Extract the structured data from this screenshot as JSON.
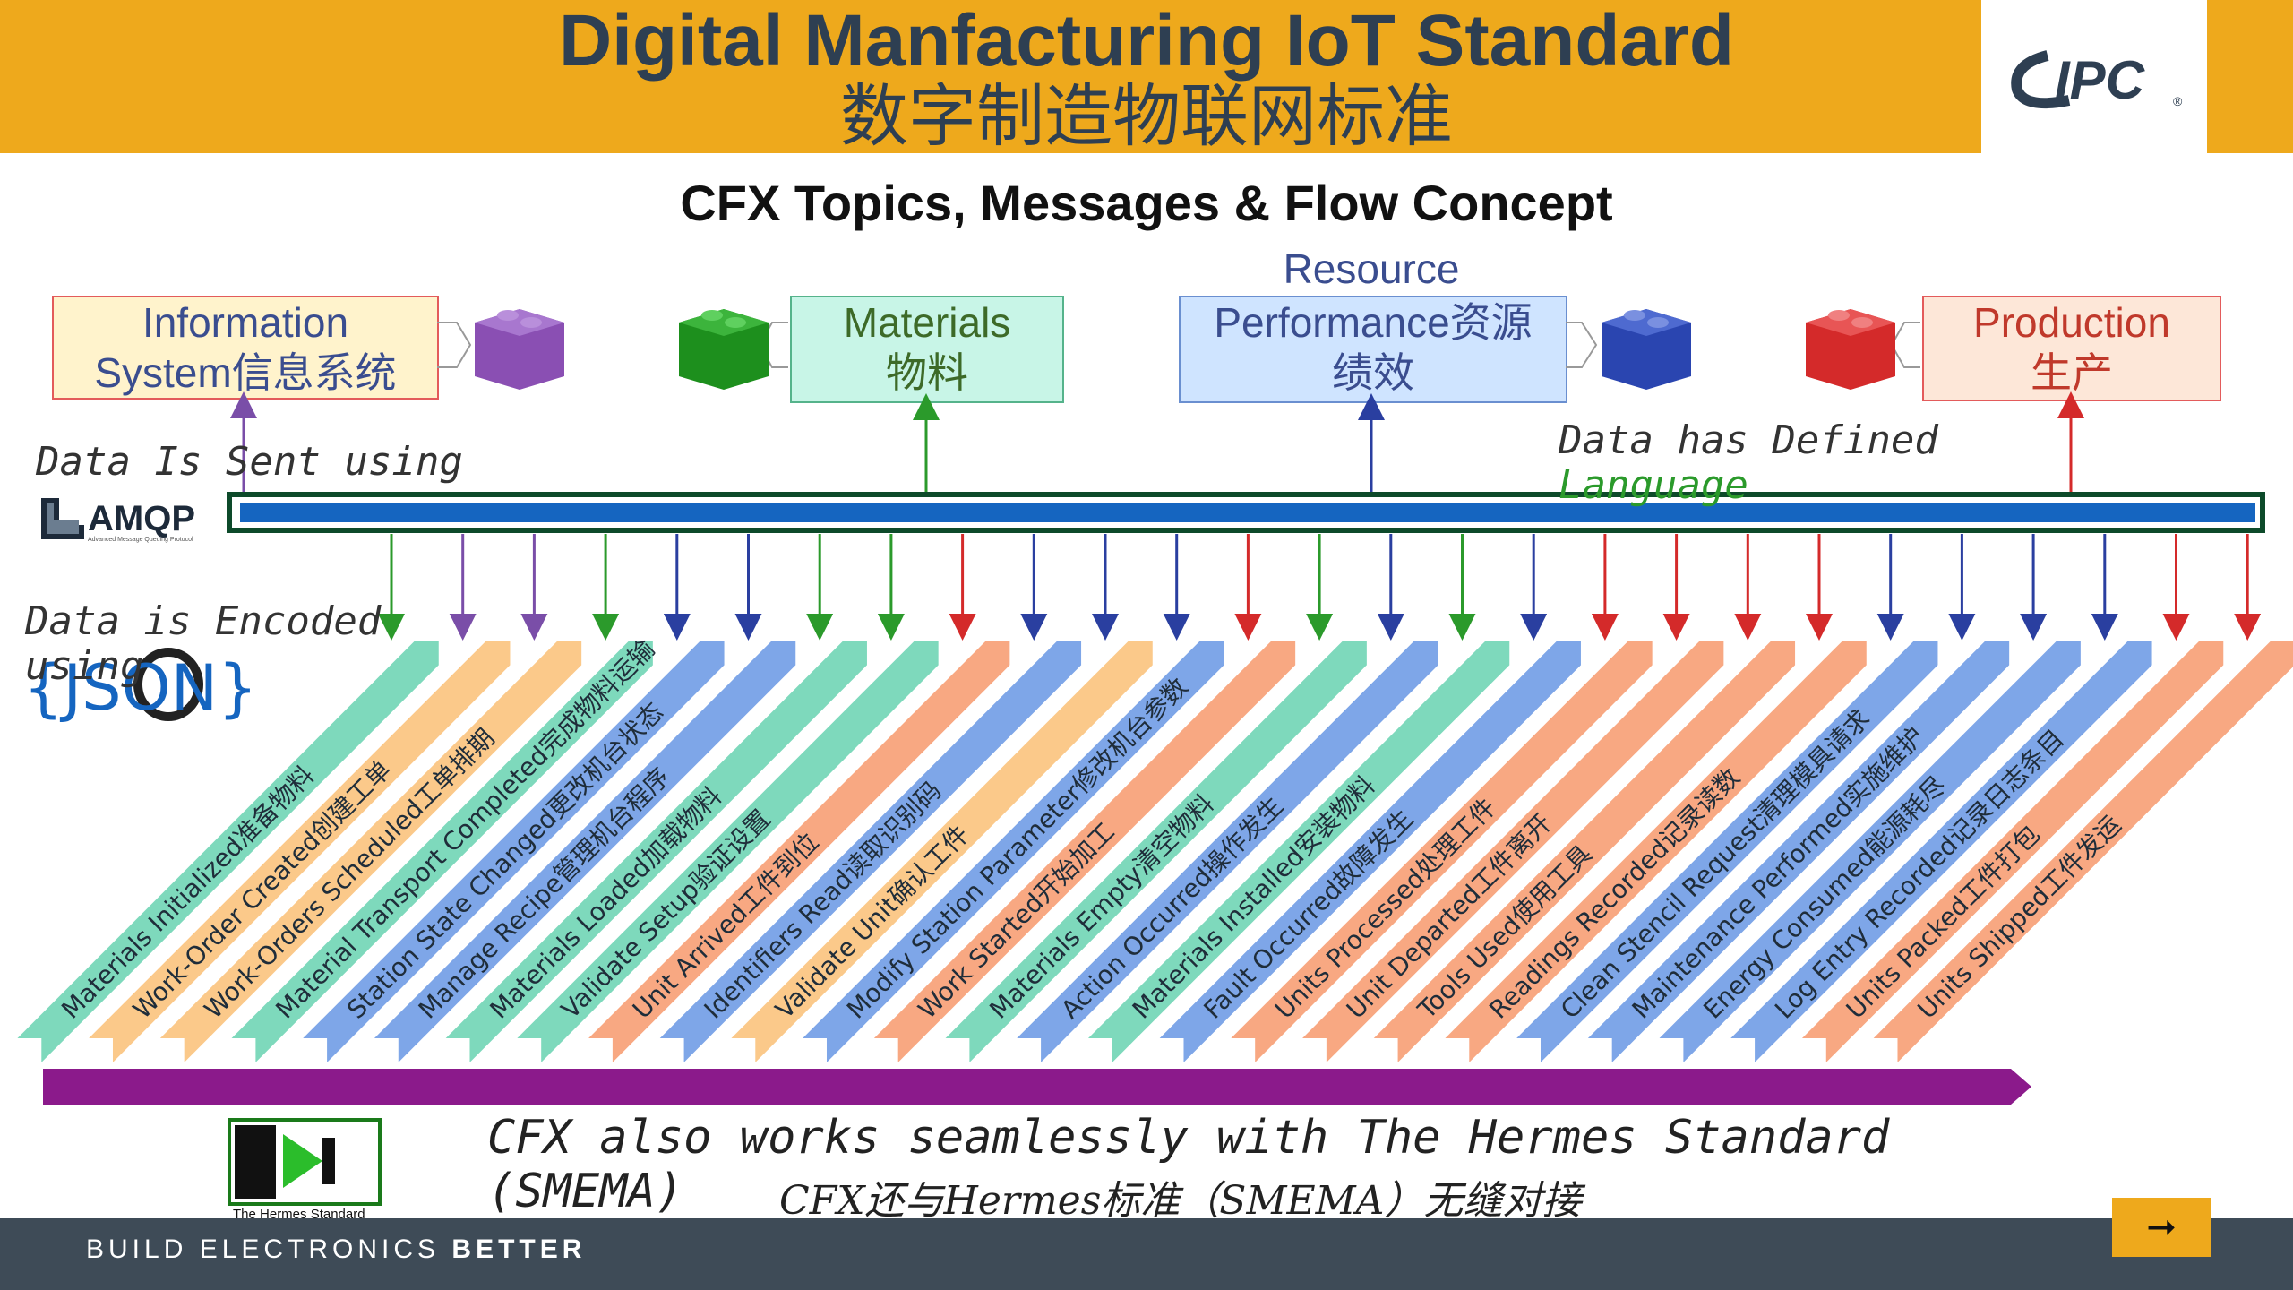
{
  "header": {
    "title": "Digital Manfacturing IoT Standard",
    "title_cn": "数字制造物联网标准",
    "logo_text": "IPC",
    "logo_mark": "®"
  },
  "subtitle": "CFX Topics, Messages & Flow Concept",
  "topics": [
    {
      "key": "info",
      "line1": "Information",
      "line2": "System信息系统",
      "color": "#fff3cc",
      "border": "#e35b5b",
      "text": "#3a4d8f",
      "block": "#8a4fb3"
    },
    {
      "key": "materials",
      "line1": "Materials",
      "line2": "物料",
      "color": "#c8f5e7",
      "border": "#55b38b",
      "text": "#3d6a28",
      "block": "#1d8f1d"
    },
    {
      "key": "resource",
      "line0": "Resource",
      "line1": "Performance资源",
      "line2": "绩效",
      "color": "#cfe4ff",
      "border": "#6a8fd0",
      "text": "#3a4d8f",
      "block": "#2a45b0"
    },
    {
      "key": "production",
      "line1": "Production",
      "line2": "生产",
      "color": "#fde7d8",
      "border": "#e35b5b",
      "text": "#c0392b",
      "block": "#d42a2a"
    }
  ],
  "labels": {
    "sent": "Data Is Sent using",
    "amqp": "AMQP",
    "amqp_sub": "Advanced Message Queuing Protocol",
    "encoded_1": "Data is Encoded",
    "encoded_2": "using",
    "json": "{JSON}",
    "defined_1": "Data has Defined",
    "defined_2": "Language"
  },
  "messages": [
    {
      "text": "Materials Initialized准备物料",
      "fill": "#7ed9bc",
      "arrow": "#2b9a2b"
    },
    {
      "text": "Work-Order Created创建工单",
      "fill": "#fbc98a",
      "arrow": "#7a4ea8"
    },
    {
      "text": "Work-Orders Scheduled工单排期",
      "fill": "#fbc98a",
      "arrow": "#7a4ea8"
    },
    {
      "text": "Material Transport Completed完成物料运输",
      "fill": "#7ed9bc",
      "arrow": "#2b9a2b"
    },
    {
      "text": "Station State Changed更改机台状态",
      "fill": "#7ea6e8",
      "arrow": "#2a3fa0"
    },
    {
      "text": "Manage Recipe管理机台程序",
      "fill": "#7ea6e8",
      "arrow": "#2a3fa0"
    },
    {
      "text": "Materials Loaded加载物料",
      "fill": "#7ed9bc",
      "arrow": "#2b9a2b"
    },
    {
      "text": "Validate Setup验证设置",
      "fill": "#7ed9bc",
      "arrow": "#2b9a2b"
    },
    {
      "text": "Unit Arrived工件到位",
      "fill": "#f8a882",
      "arrow": "#d42a2a"
    },
    {
      "text": "Identifiers Read读取识别码",
      "fill": "#7ea6e8",
      "arrow": "#2a3fa0"
    },
    {
      "text": "Validate Unit确认工件",
      "fill": "#fbc98a",
      "arrow": "#2a3fa0"
    },
    {
      "text": "Modify Station Parameter修改机台参数",
      "fill": "#7ea6e8",
      "arrow": "#2a3fa0"
    },
    {
      "text": "Work Started开始加工",
      "fill": "#f8a882",
      "arrow": "#d42a2a"
    },
    {
      "text": "Materials Empty清空物料",
      "fill": "#7ed9bc",
      "arrow": "#2b9a2b"
    },
    {
      "text": "Action Occurred操作发生",
      "fill": "#7ea6e8",
      "arrow": "#2a3fa0"
    },
    {
      "text": "Materials Installed安装物料",
      "fill": "#7ed9bc",
      "arrow": "#2b9a2b"
    },
    {
      "text": "Fault Occurred故障发生",
      "fill": "#7ea6e8",
      "arrow": "#2a3fa0"
    },
    {
      "text": "Units Processed处理工件",
      "fill": "#f8a882",
      "arrow": "#d42a2a"
    },
    {
      "text": "Unit Departed工件离开",
      "fill": "#f8a882",
      "arrow": "#d42a2a"
    },
    {
      "text": "Tools Used使用工具",
      "fill": "#f8a882",
      "arrow": "#d42a2a"
    },
    {
      "text": "Readings Recorded记录读数",
      "fill": "#f8a882",
      "arrow": "#d42a2a"
    },
    {
      "text": "Clean Stencil Request清理模具请求",
      "fill": "#7ea6e8",
      "arrow": "#2a3fa0"
    },
    {
      "text": "Maintenance Performed实施维护",
      "fill": "#7ea6e8",
      "arrow": "#2a3fa0"
    },
    {
      "text": "Energy Consumed能源耗尽",
      "fill": "#7ea6e8",
      "arrow": "#2a3fa0"
    },
    {
      "text": "Log Entry Recorded记录日志条目",
      "fill": "#7ea6e8",
      "arrow": "#2a3fa0"
    },
    {
      "text": "Units Packed工件打包",
      "fill": "#f8a882",
      "arrow": "#d42a2a"
    },
    {
      "text": "Units Shipped工件发运",
      "fill": "#f8a882",
      "arrow": "#d42a2a"
    }
  ],
  "hermes": {
    "logo_caption": "The Hermes Standard",
    "line1": "CFX also works seamlessly with The Hermes Standard",
    "line2": "(SMEMA)",
    "line_cn": "CFX还与Hermes标准（SMEMA）无缝对接"
  },
  "footer": {
    "tagline_a": "BUILD ELECTRONICS ",
    "tagline_b": "BETTER",
    "next_symbol": "➞"
  }
}
